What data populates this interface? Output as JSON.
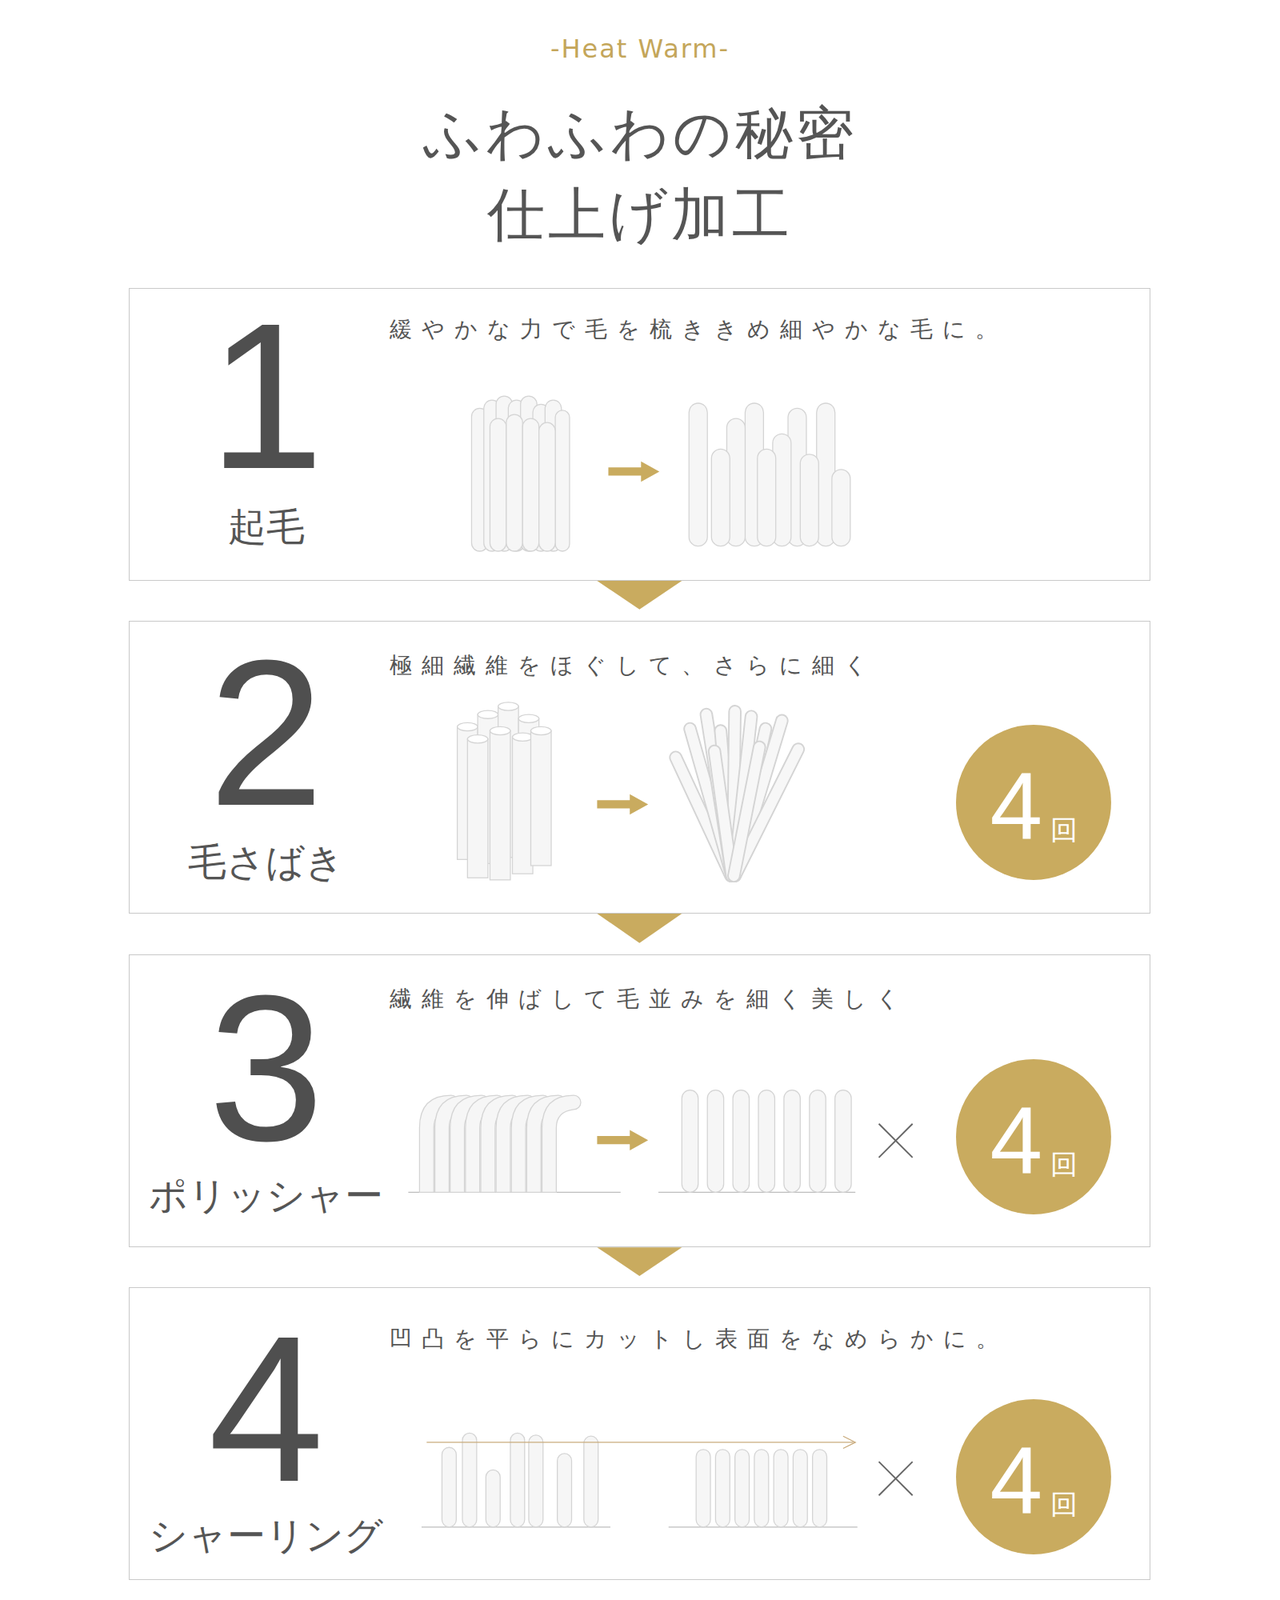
{
  "diagram": {
    "title": "ふわふわの秘密 仕上げ加工",
    "nodes": [
      {
        "text": [
          "1",
          "起毛",
          "緩やかな力で毛を梳ききめ細やかな毛に。"
        ]
      },
      {
        "text": [
          "2",
          "毛さばき",
          "極細繊維をほぐして、さらに細く"
        ]
      },
      {
        "text": [
          "4",
          "回"
        ],
        "in": 1
      },
      {
        "text": [
          "3",
          "ポリッシャー",
          "繊維を伸ばして毛並みを細く美しく"
        ]
      },
      {
        "text": [
          "4",
          "回"
        ],
        "in": 3
      },
      {
        "text": [
          "4",
          "シャーリング",
          "凹凸を平らにカットし表面をなめらかに。"
        ]
      },
      {
        "text": [
          "4",
          "回"
        ],
        "in": 5
      }
    ],
    "edges": [
      {
        "from": 0,
        "to": 1,
        "arrow": "to"
      },
      {
        "from": 1,
        "to": 3,
        "arrow": "to"
      },
      {
        "from": 3,
        "to": 5,
        "arrow": "to"
      }
    ],
    "labels": [
      "-Heat Warm-"
    ]
  }
}
